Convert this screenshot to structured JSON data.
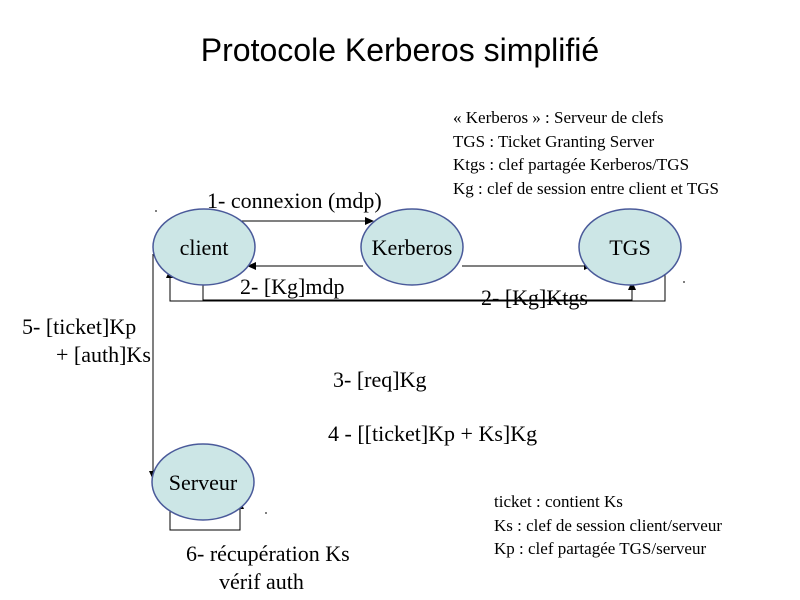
{
  "title": "Protocole Kerberos simplifié",
  "nodes": {
    "client": "client",
    "kerberos": "Kerberos",
    "tgs": "TGS",
    "serveur": "Serveur"
  },
  "edges": {
    "step1": "1- connexion (mdp)",
    "step2_client": "2- [Kg]mdp",
    "step2_tgs": "2- [Kg]Ktgs",
    "step3": "3- [req]Kg",
    "step4": "4 - [[ticket]Kp + Ks]Kg",
    "step5": [
      "5- [ticket]Kp",
      "+ [auth]Ks"
    ],
    "step6": [
      "6- récupération Ks",
      "vérif auth"
    ]
  },
  "legend_top": [
    "« Kerberos » : Serveur de clefs",
    "TGS : Ticket Granting Server",
    "Ktgs : clef partagée Kerberos/TGS",
    "Kg : clef de session entre client et TGS"
  ],
  "legend_bottom": [
    "ticket : contient Ks",
    "Ks : clef de session client/serveur",
    "Kp : clef partagée TGS/serveur"
  ],
  "colors": {
    "node_fill": "#cce6e6",
    "node_stroke": "#4a5a9a",
    "line": "#000000"
  }
}
